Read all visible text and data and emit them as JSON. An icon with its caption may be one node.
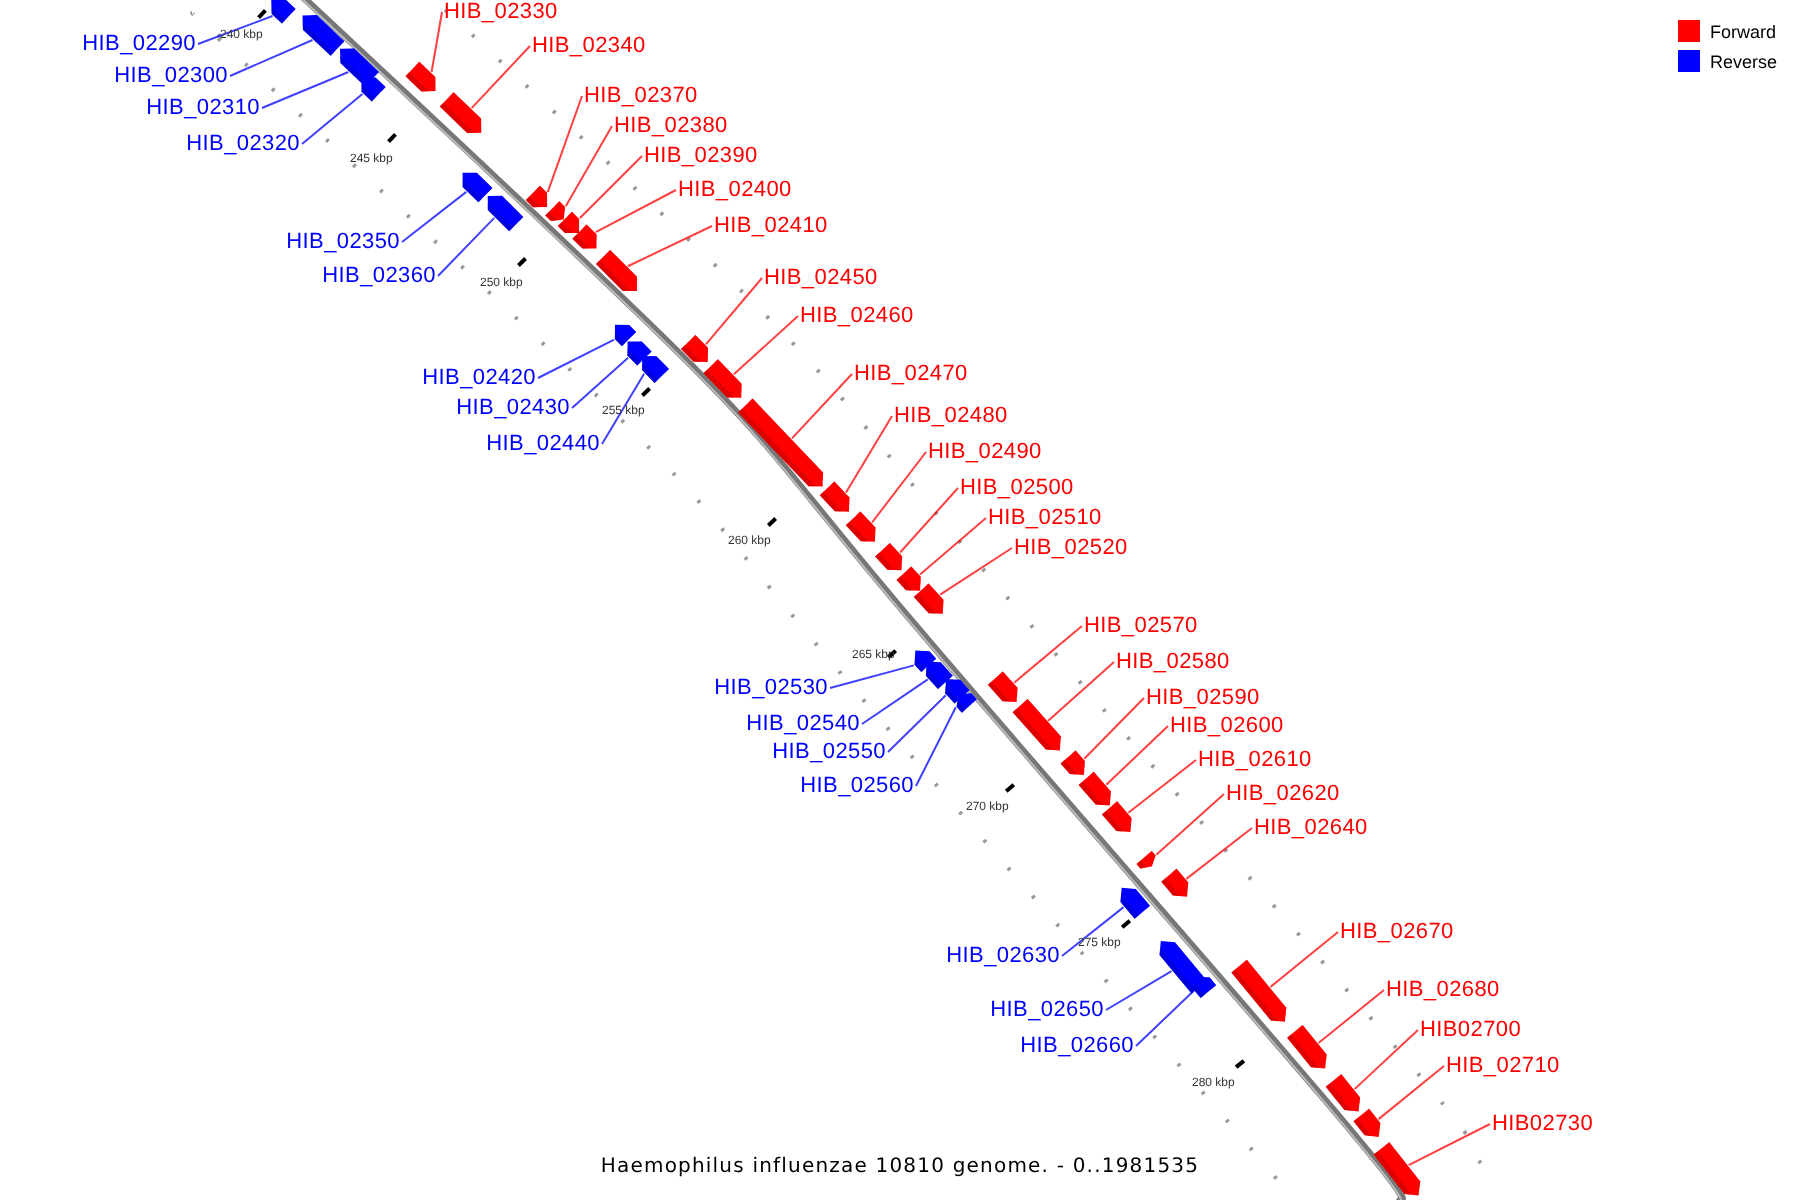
{
  "diagram": {
    "caption": "Haemophilus influenzae 10810 genome. - 0..1981535",
    "nodes": [
      {
        "text": [
          "HIB_02330"
        ]
      },
      {
        "text": [
          "HIB_02290"
        ]
      },
      {
        "text": [
          "HIB_02340"
        ]
      },
      {
        "text": [
          "HIB_02300"
        ]
      },
      {
        "text": [
          "HIB_02370"
        ]
      },
      {
        "text": [
          "HIB_02310"
        ]
      },
      {
        "text": [
          "HIB_02380"
        ]
      },
      {
        "text": [
          "HIB_02320"
        ]
      },
      {
        "text": [
          "HIB_02390"
        ]
      },
      {
        "text": [
          "HIB_02400"
        ]
      },
      {
        "text": [
          "HIB_02410"
        ]
      },
      {
        "text": [
          "HIB_02350"
        ]
      },
      {
        "text": [
          "HIB_02360"
        ]
      },
      {
        "text": [
          "HIB_02450"
        ]
      },
      {
        "text": [
          "HIB_02460"
        ]
      },
      {
        "text": [
          "HIB_02470"
        ]
      },
      {
        "text": [
          "HIB_02420"
        ]
      },
      {
        "text": [
          "HIB_02430"
        ]
      },
      {
        "text": [
          "HIB_02480"
        ]
      },
      {
        "text": [
          "HIB_02440"
        ]
      },
      {
        "text": [
          "HIB_02490"
        ]
      },
      {
        "text": [
          "HIB_02500"
        ]
      },
      {
        "text": [
          "HIB_02510"
        ]
      },
      {
        "text": [
          "HIB_02520"
        ]
      },
      {
        "text": [
          "HIB_02570"
        ]
      },
      {
        "text": [
          "HIB_02580"
        ]
      },
      {
        "text": [
          "HIB_02530"
        ]
      },
      {
        "text": [
          "HIB_02590"
        ]
      },
      {
        "text": [
          "HIB_02540"
        ]
      },
      {
        "text": [
          "HIB_02600"
        ]
      },
      {
        "text": [
          "HIB_02550"
        ]
      },
      {
        "text": [
          "HIB_02610"
        ]
      },
      {
        "text": [
          "HIB_02560"
        ]
      },
      {
        "text": [
          "HIB_02620"
        ]
      },
      {
        "text": [
          "HIB_02640"
        ]
      },
      {
        "text": [
          "HIB_02670"
        ]
      },
      {
        "text": [
          "HIB_02630"
        ]
      },
      {
        "text": [
          "HIB_02680"
        ]
      },
      {
        "text": [
          "HIB_02650"
        ]
      },
      {
        "text": [
          "HIB02700"
        ]
      },
      {
        "text": [
          "HIB_02660"
        ]
      },
      {
        "text": [
          "HIB_02710"
        ]
      },
      {
        "text": [
          "HIB02730"
        ]
      },
      {
        "text": [],
        "shape": "bar"
      },
      {
        "text": [],
        "shape": "bar"
      },
      {
        "text": [],
        "shape": "bar"
      },
      {
        "text": [],
        "shape": "bar"
      },
      {
        "text": [],
        "shape": "bar"
      },
      {
        "text": [],
        "shape": "bar"
      },
      {
        "text": [],
        "shape": "bar"
      },
      {
        "text": [],
        "shape": "bar"
      },
      {
        "text": [],
        "shape": "bar"
      },
      {
        "text": [],
        "shape": "bar"
      },
      {
        "text": [],
        "shape": "bar"
      },
      {
        "text": [],
        "shape": "bar"
      },
      {
        "text": [],
        "shape": "bar"
      },
      {
        "text": [],
        "shape": "bar"
      },
      {
        "text": [],
        "shape": "bar"
      },
      {
        "text": [],
        "shape": "bar"
      },
      {
        "text": [],
        "shape": "bar"
      },
      {
        "text": [],
        "shape": "bar"
      },
      {
        "text": [],
        "shape": "bar"
      },
      {
        "text": [],
        "shape": "bar"
      },
      {
        "text": [],
        "shape": "bar"
      },
      {
        "text": [],
        "shape": "bar"
      },
      {
        "text": [],
        "shape": "bar"
      },
      {
        "text": [],
        "shape": "bar"
      },
      {
        "text": [],
        "shape": "bar"
      },
      {
        "text": [],
        "shape": "bar"
      },
      {
        "text": [],
        "shape": "bar"
      },
      {
        "text": [],
        "shape": "bar"
      },
      {
        "text": [],
        "shape": "bar"
      },
      {
        "text": [],
        "shape": "bar"
      },
      {
        "text": [],
        "shape": "bar"
      },
      {
        "text": [],
        "shape": "bar"
      },
      {
        "text": [],
        "shape": "bar"
      },
      {
        "text": [],
        "shape": "bar"
      },
      {
        "text": [],
        "shape": "bar"
      },
      {
        "text": [],
        "shape": "bar"
      },
      {
        "text": [],
        "shape": "bar"
      },
      {
        "text": [],
        "shape": "bar"
      },
      {
        "text": [],
        "shape": "bar"
      },
      {
        "text": [],
        "shape": "bar"
      },
      {
        "text": [],
        "shape": "bar"
      },
      {
        "text": [],
        "shape": "bar"
      },
      {
        "text": [],
        "shape": "bar"
      }
    ],
    "edges": [
      {
        "from": 0,
        "to": 43,
        "arrow": "none"
      },
      {
        "from": 1,
        "to": 44,
        "arrow": "none",
        "color": "#0000ff"
      },
      {
        "from": 2,
        "to": 45,
        "arrow": "none"
      },
      {
        "from": 3,
        "to": 46,
        "arrow": "none",
        "color": "#0000ff"
      },
      {
        "from": 4,
        "to": 47,
        "arrow": "none"
      },
      {
        "from": 5,
        "to": 48,
        "arrow": "none",
        "color": "#0000ff"
      },
      {
        "from": 6,
        "to": 49,
        "arrow": "none"
      },
      {
        "from": 7,
        "to": 50,
        "arrow": "none",
        "color": "#0000ff"
      },
      {
        "from": 8,
        "to": 51,
        "arrow": "none"
      },
      {
        "from": 9,
        "to": 52,
        "arrow": "none"
      },
      {
        "from": 10,
        "to": 53,
        "arrow": "none"
      },
      {
        "from": 11,
        "to": 54,
        "arrow": "none",
        "color": "#0000ff"
      },
      {
        "from": 12,
        "to": 55,
        "arrow": "none",
        "color": "#0000ff"
      },
      {
        "from": 13,
        "to": 56,
        "arrow": "none"
      },
      {
        "from": 14,
        "to": 57,
        "arrow": "none"
      },
      {
        "from": 15,
        "to": 58,
        "arrow": "none"
      },
      {
        "from": 16,
        "to": 59,
        "arrow": "none",
        "color": "#0000ff"
      },
      {
        "from": 17,
        "to": 60,
        "arrow": "none",
        "color": "#0000ff"
      },
      {
        "from": 18,
        "to": 61,
        "arrow": "none"
      },
      {
        "from": 19,
        "to": 62,
        "arrow": "none",
        "color": "#0000ff"
      },
      {
        "from": 20,
        "to": 63,
        "arrow": "none"
      },
      {
        "from": 21,
        "to": 64,
        "arrow": "none"
      },
      {
        "from": 22,
        "to": 65,
        "arrow": "none"
      },
      {
        "from": 23,
        "to": 66,
        "arrow": "none"
      },
      {
        "from": 24,
        "to": 67,
        "arrow": "none"
      },
      {
        "from": 25,
        "to": 68,
        "arrow": "none"
      },
      {
        "from": 26,
        "to": 69,
        "arrow": "none",
        "color": "#0000ff"
      },
      {
        "from": 27,
        "to": 70,
        "arrow": "none"
      },
      {
        "from": 28,
        "to": 71,
        "arrow": "none",
        "color": "#0000ff"
      },
      {
        "from": 29,
        "to": 72,
        "arrow": "none"
      },
      {
        "from": 30,
        "to": 73,
        "arrow": "none",
        "color": "#0000ff"
      },
      {
        "from": 31,
        "to": 74,
        "arrow": "none"
      },
      {
        "from": 32,
        "to": 75,
        "arrow": "none",
        "color": "#0000ff"
      },
      {
        "from": 33,
        "to": 76,
        "arrow": "none"
      },
      {
        "from": 34,
        "to": 77,
        "arrow": "none"
      },
      {
        "from": 35,
        "to": 78,
        "arrow": "none"
      },
      {
        "from": 36,
        "to": 79,
        "arrow": "none",
        "color": "#0000ff"
      },
      {
        "from": 37,
        "to": 80,
        "arrow": "none"
      },
      {
        "from": 38,
        "to": 81,
        "arrow": "none",
        "color": "#0000ff"
      },
      {
        "from": 39,
        "to": 82,
        "arrow": "none"
      },
      {
        "from": 40,
        "to": 83,
        "arrow": "none",
        "color": "#0000ff"
      },
      {
        "from": 41,
        "to": 84,
        "arrow": "none"
      },
      {
        "from": 42,
        "to": 85,
        "arrow": "none"
      }
    ],
    "labels": [
      "240 kbp",
      "245 kbp",
      "250 kbp",
      "255 kbp",
      "260 kbp",
      "265 kbp",
      "270 kbp",
      "275 kbp",
      "280 kbp"
    ],
    "legend": [
      {
        "text": "Forward",
        "color": "#ff0000"
      },
      {
        "text": "Reverse",
        "color": "#0000ff"
      }
    ]
  }
}
